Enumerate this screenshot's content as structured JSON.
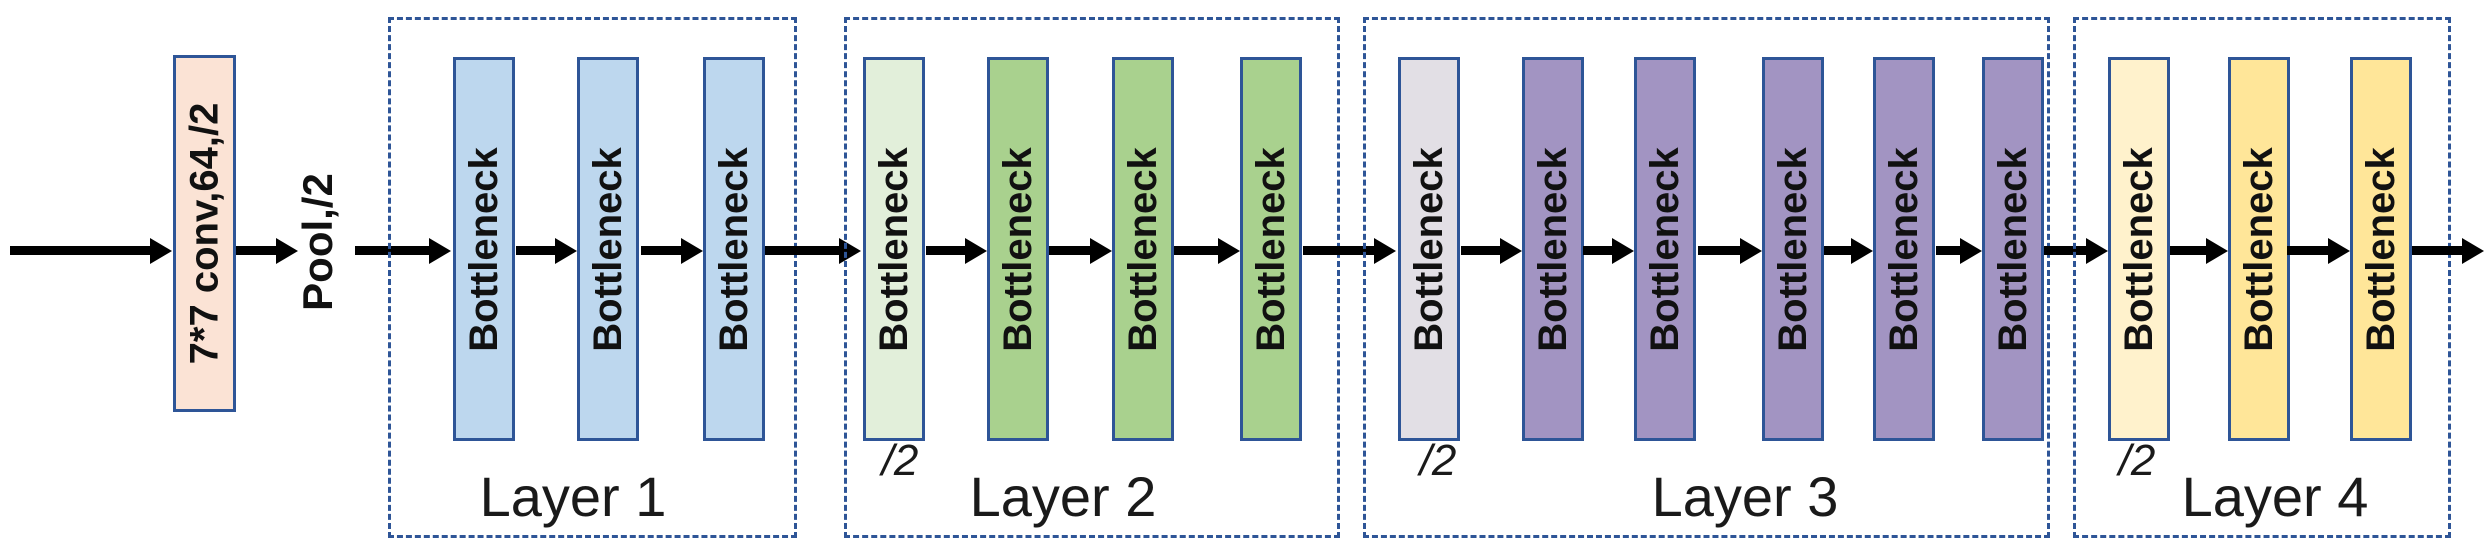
{
  "diagram": {
    "type": "resnet-backbone-architecture",
    "stem": {
      "conv_label": "7*7 conv,64,/2",
      "pool_label": "Pool,/2"
    },
    "bottleneck_label": "Bottleneck",
    "layers": [
      {
        "name": "Layer 1",
        "stride_label": null,
        "blocks": [
          "Bottleneck",
          "Bottleneck",
          "Bottleneck"
        ],
        "block_fill": "#bdd7ee",
        "first_block_fill": "#bdd7ee"
      },
      {
        "name": "Layer 2",
        "stride_label": "/2",
        "blocks": [
          "Bottleneck",
          "Bottleneck",
          "Bottleneck",
          "Bottleneck"
        ],
        "block_fill": "#a9d18e",
        "first_block_fill": "#e2efda"
      },
      {
        "name": "Layer 3",
        "stride_label": "/2",
        "blocks": [
          "Bottleneck",
          "Bottleneck",
          "Bottleneck",
          "Bottleneck",
          "Bottleneck",
          "Bottleneck"
        ],
        "block_fill": "#a294c2",
        "first_block_fill": "#e2dfe5"
      },
      {
        "name": "Layer 4",
        "stride_label": "/2",
        "blocks": [
          "Bottleneck",
          "Bottleneck",
          "Bottleneck"
        ],
        "block_fill": "#ffe699",
        "first_block_fill": "#fff2cc"
      }
    ],
    "colors": {
      "conv_fill": "#fbe3d5",
      "box_border": "#2e5597",
      "dashed_group_border": "#2e5597",
      "arrow": "#000000",
      "text": "#111111"
    }
  }
}
